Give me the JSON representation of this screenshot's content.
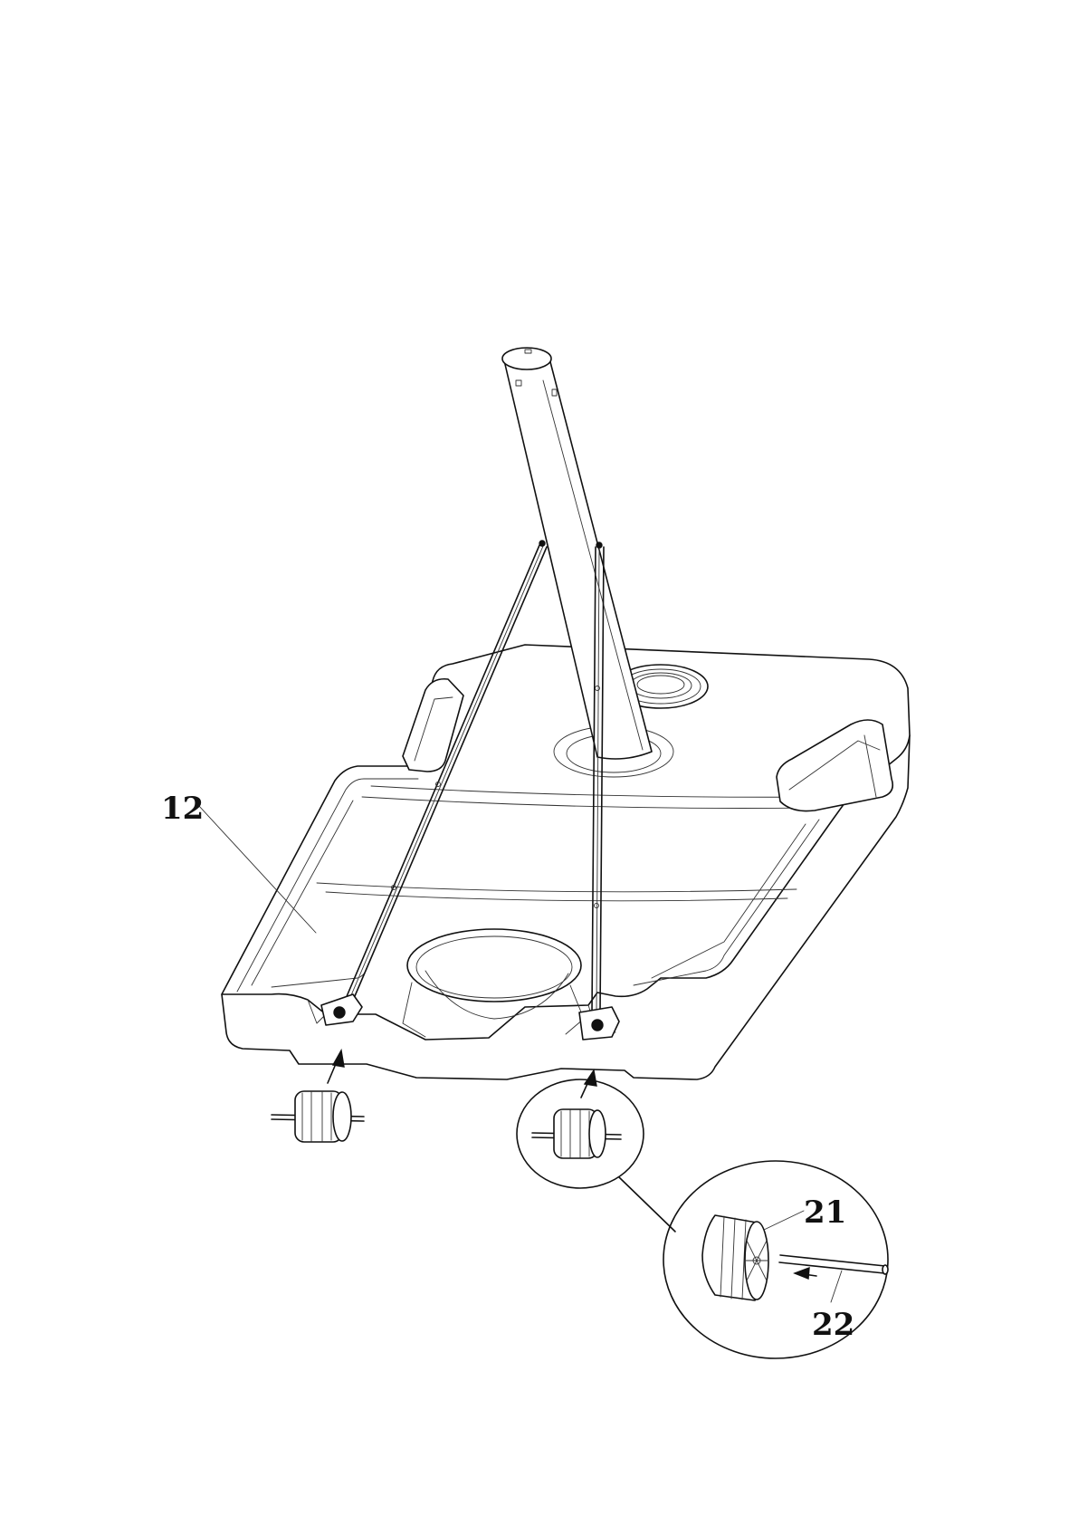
{
  "figure": {
    "reference_numerals": {
      "base": "12",
      "roller": "21",
      "axle_pin": "22"
    }
  }
}
